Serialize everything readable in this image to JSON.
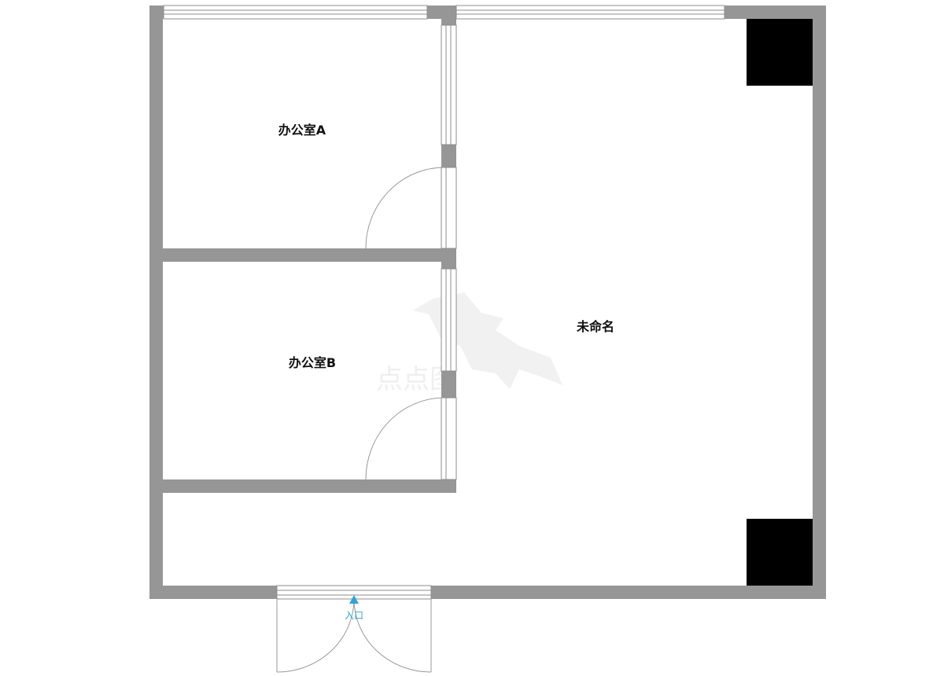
{
  "rooms": {
    "office_a": "办公室A",
    "office_b": "办公室B",
    "main": "未命名"
  },
  "entrance": {
    "label": "入口"
  },
  "watermark": {
    "text": "点点图"
  },
  "colors": {
    "wall": "#969696",
    "window_frame": "#8c8c8c",
    "column": "#000000",
    "door_arc": "#9a9a9a",
    "entrance_marker": "#2aa5dc",
    "watermark": "#eeeeee"
  }
}
